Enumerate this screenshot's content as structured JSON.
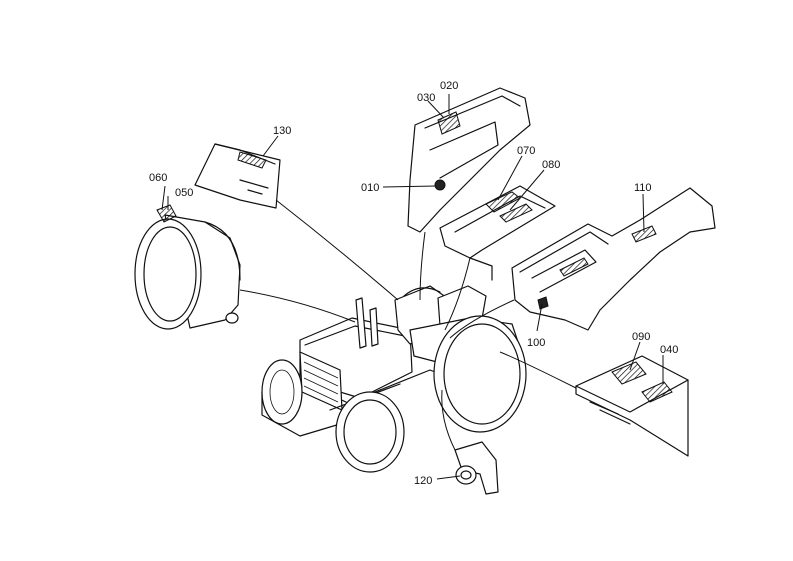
{
  "callouts": [
    {
      "id": "c010",
      "label": "010"
    },
    {
      "id": "c020",
      "label": "020"
    },
    {
      "id": "c030",
      "label": "030"
    },
    {
      "id": "c040",
      "label": "040"
    },
    {
      "id": "c050",
      "label": "050"
    },
    {
      "id": "c060",
      "label": "060"
    },
    {
      "id": "c070",
      "label": "070"
    },
    {
      "id": "c080",
      "label": "080"
    },
    {
      "id": "c090",
      "label": "090"
    },
    {
      "id": "c100",
      "label": "100"
    },
    {
      "id": "c110",
      "label": "110"
    },
    {
      "id": "c120",
      "label": "120"
    },
    {
      "id": "c130",
      "label": "130"
    }
  ]
}
